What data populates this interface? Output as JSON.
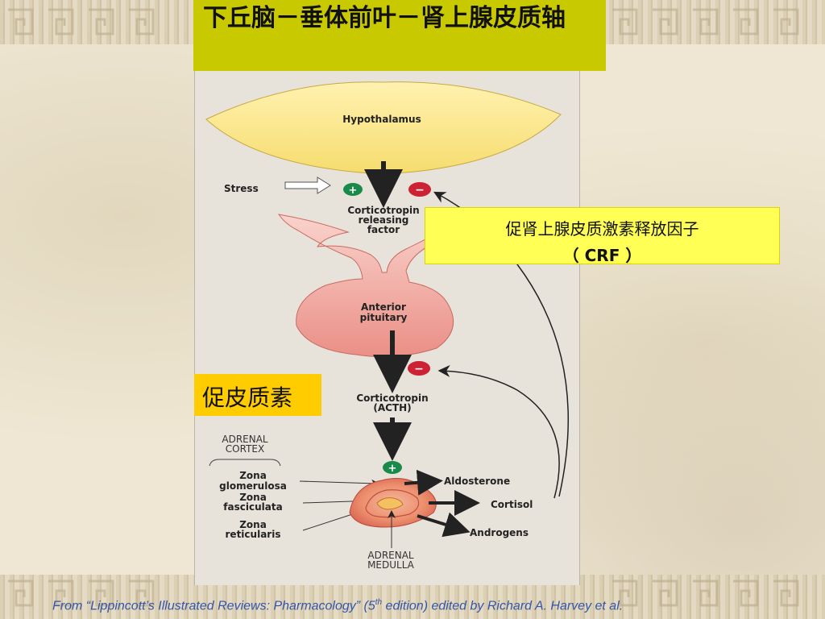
{
  "slide": {
    "title": "下丘脑－垂体前叶－肾上腺皮质轴",
    "crf_callout": {
      "line1": "促肾上腺皮质激素释放因子",
      "line2": "（ CRF ）"
    },
    "acth_callout": "促皮质素",
    "citation": {
      "before": "From “Lippincott’s Illustrated Reviews: Pharmacology” (5",
      "sup": "th",
      "after": " edition) edited by Richard A. Harvey et al."
    }
  },
  "diagram": {
    "hypothalamus": "Hypothalamus",
    "stress": "Stress",
    "crf_label": [
      "Corticotropin",
      "releasing",
      "factor"
    ],
    "anterior_pituitary": [
      "Anterior",
      "pituitary"
    ],
    "acth_label": [
      "Corticotropin",
      "(ACTH)"
    ],
    "adrenal_cortex": [
      "ADRENAL",
      "CORTEX"
    ],
    "zona_glomerulosa": [
      "Zona",
      "glomerulosa"
    ],
    "zona_fasciculata": [
      "Zona",
      "fasciculata"
    ],
    "zona_reticularis": [
      "Zona",
      "reticularis"
    ],
    "adrenal_medulla": [
      "ADRENAL",
      "MEDULLA"
    ],
    "aldosterone": "Aldosterone",
    "cortisol": "Cortisol",
    "androgens": "Androgens",
    "plus_sign": "+",
    "minus_sign": "−"
  },
  "colors": {
    "title_bg": "#c9c900",
    "crf_bg": "#ffff55",
    "acth_bg": "#ffcc00",
    "plus": "#1a8a4a",
    "minus": "#cc2233",
    "citation": "#3355aa"
  }
}
